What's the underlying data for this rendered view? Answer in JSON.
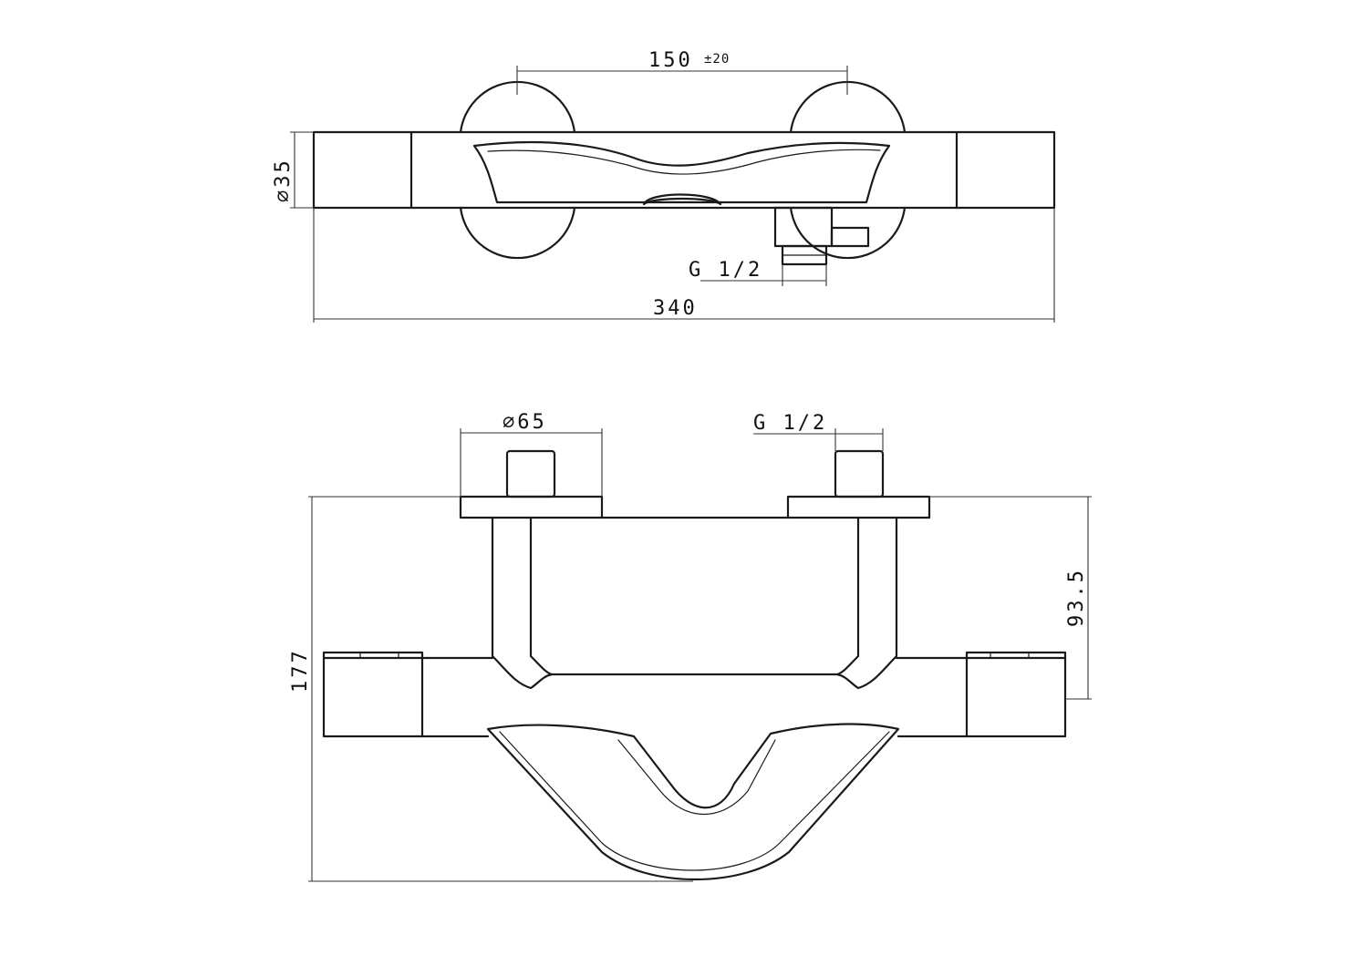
{
  "colors": {
    "line": "#1a1a1a",
    "dimension": "#333333",
    "background": "#ffffff"
  },
  "top_view": {
    "center_distance": "150",
    "center_tolerance": "±20",
    "body_diameter": "∅35",
    "outlet_thread": "G 1/2",
    "overall_length": "340"
  },
  "front_view": {
    "flange_diameter": "∅65",
    "inlet_thread": "G 1/2",
    "overall_height": "177",
    "connection_height": "93.5"
  }
}
